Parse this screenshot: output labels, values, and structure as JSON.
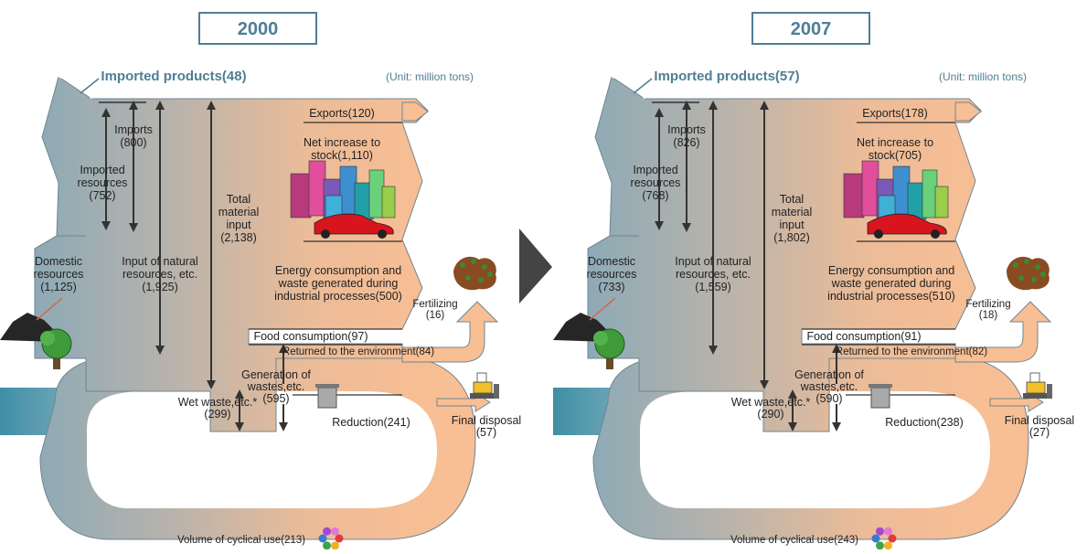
{
  "unit_note": "(Unit: million tons)",
  "panels": [
    {
      "year": "2000",
      "imported_products": "Imported products(48)",
      "imports": [
        "Imports",
        "(800)"
      ],
      "imported_resources": [
        "Imported",
        "resources",
        "(752)"
      ],
      "domestic_resources": [
        "Domestic",
        "resources",
        "(1,125)"
      ],
      "input_natural": [
        "Input of natural",
        "resources, etc.",
        "(1,925)"
      ],
      "total_material": [
        "Total",
        "material",
        "input",
        "(2,138)"
      ],
      "exports": "Exports(120)",
      "net_increase": [
        "Net increase to",
        "stock(1,110)"
      ],
      "energy": [
        "Energy consumption and",
        "waste generated during",
        "industrial processes(500)"
      ],
      "fertilizing": [
        "Fertilizing",
        "(16)"
      ],
      "food": "Food consumption(97)",
      "returned": "Returned to the environment(84)",
      "generation": [
        "Generation of",
        "wastes,etc.",
        "(595)"
      ],
      "wet_waste": [
        "Wet waste,etc.*",
        "(299)"
      ],
      "reduction": "Reduction(241)",
      "final_disposal": [
        "Final disposal",
        "(57)"
      ],
      "cyclical": "Volume of cyclical use(213)"
    },
    {
      "year": "2007",
      "imported_products": "Imported products(57)",
      "imports": [
        "Imports",
        "(826)"
      ],
      "imported_resources": [
        "Imported",
        "resources",
        "(768)"
      ],
      "domestic_resources": [
        "Domestic",
        "resources",
        "(733)"
      ],
      "input_natural": [
        "Input of natural",
        "resources, etc.",
        "(1,559)"
      ],
      "total_material": [
        "Total",
        "material",
        "input",
        "(1,802)"
      ],
      "exports": "Exports(178)",
      "net_increase": [
        "Net increase to",
        "stock(705)"
      ],
      "energy": [
        "Energy consumption and",
        "waste generated during",
        "industrial processes(510)"
      ],
      "fertilizing": [
        "Fertilizing",
        "(18)"
      ],
      "food": "Food consumption(91)",
      "returned": "Returned to the environment(82)",
      "generation": [
        "Generation of",
        "wastes,etc.",
        "(590)"
      ],
      "wet_waste": [
        "Wet waste,etc.*",
        "(290)"
      ],
      "reduction": "Reduction(238)",
      "final_disposal": [
        "Final disposal",
        "(27)"
      ],
      "cyclical": "Volume of cyclical use(243)"
    }
  ]
}
